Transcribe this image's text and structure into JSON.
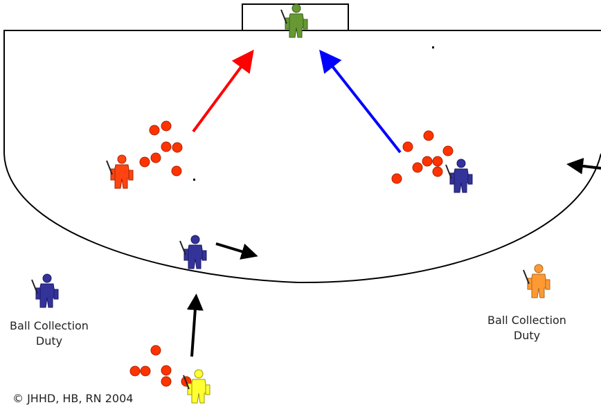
{
  "labels": {
    "ball_collection_left": "Ball Collection Duty",
    "ball_collection_right": "Ball Collection Duty",
    "copyright": "© JHHD, HB, RN 2004"
  },
  "colors": {
    "field_line": "#000000",
    "ball": "#ff3300",
    "goalkeeper": "#669933",
    "player_red": "#ff4411",
    "player_navy": "#333399",
    "player_yellow": "#ffff33",
    "player_orange": "#ff9933",
    "arrow_red": "#ff0000",
    "arrow_blue": "#0000ff",
    "arrow_black": "#000000"
  },
  "icons": {
    "player": "hockey-goalkeeper-icon",
    "ball": "ball-icon"
  }
}
